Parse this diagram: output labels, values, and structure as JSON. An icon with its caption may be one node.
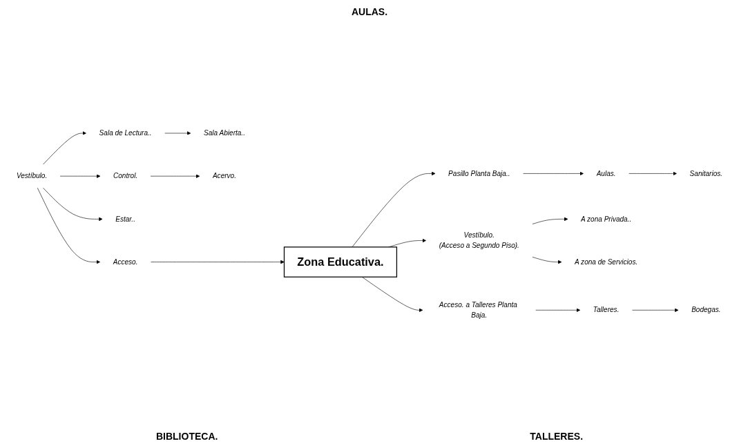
{
  "diagram": {
    "nodes": [
      {
        "text": [
          "Zona Educativa."
        ]
      },
      {
        "text": [
          "Acceso."
        ]
      },
      {
        "text": [
          "Vestíbulo."
        ]
      },
      {
        "text": [
          "Sala de Lectura.."
        ]
      },
      {
        "text": [
          "Sala Abierta.."
        ]
      },
      {
        "text": [
          "Estar.."
        ]
      },
      {
        "text": [
          "Control."
        ]
      },
      {
        "text": [
          "Acervo."
        ]
      },
      {
        "text": [
          "Pasillo Planta Baja.."
        ]
      },
      {
        "text": [
          "Aulas."
        ]
      },
      {
        "text": [
          "Sanitarios."
        ]
      },
      {
        "text": [
          "Vestíbulo.",
          "(Acceso a Segundo Piso)."
        ]
      },
      {
        "text": [
          "A zona Privada.."
        ]
      },
      {
        "text": [
          "A zona de Servicios."
        ]
      },
      {
        "text": [
          "Acceso. a Talleres Planta Baja."
        ]
      },
      {
        "text": [
          "Talleres."
        ]
      },
      {
        "text": [
          "Bodegas."
        ]
      }
    ],
    "edges": [
      {
        "from": 2,
        "to": 1,
        "arrow": "to"
      },
      {
        "from": 1,
        "to": 0,
        "arrow": "to"
      },
      {
        "from": 2,
        "to": 3,
        "arrow": "to"
      },
      {
        "from": 3,
        "to": 4,
        "arrow": "to"
      },
      {
        "from": 2,
        "to": 5,
        "arrow": "to"
      },
      {
        "from": 2,
        "to": 6,
        "arrow": "to"
      },
      {
        "from": 6,
        "to": 7,
        "arrow": "to"
      },
      {
        "from": 0,
        "to": 8,
        "arrow": "to"
      },
      {
        "from": 8,
        "to": 9,
        "arrow": "to"
      },
      {
        "from": 9,
        "to": 10,
        "arrow": "to"
      },
      {
        "from": 0,
        "to": 11,
        "arrow": "to"
      },
      {
        "from": 11,
        "to": 12,
        "arrow": "to"
      },
      {
        "from": 11,
        "to": 13,
        "arrow": "to"
      },
      {
        "from": 0,
        "to": 14,
        "arrow": "to"
      },
      {
        "from": 14,
        "to": 15,
        "arrow": "to"
      },
      {
        "from": 15,
        "to": 16,
        "arrow": "to"
      }
    ],
    "labels": [
      "AULAS.",
      "BIBLIOTECA.",
      "TALLERES."
    ]
  }
}
